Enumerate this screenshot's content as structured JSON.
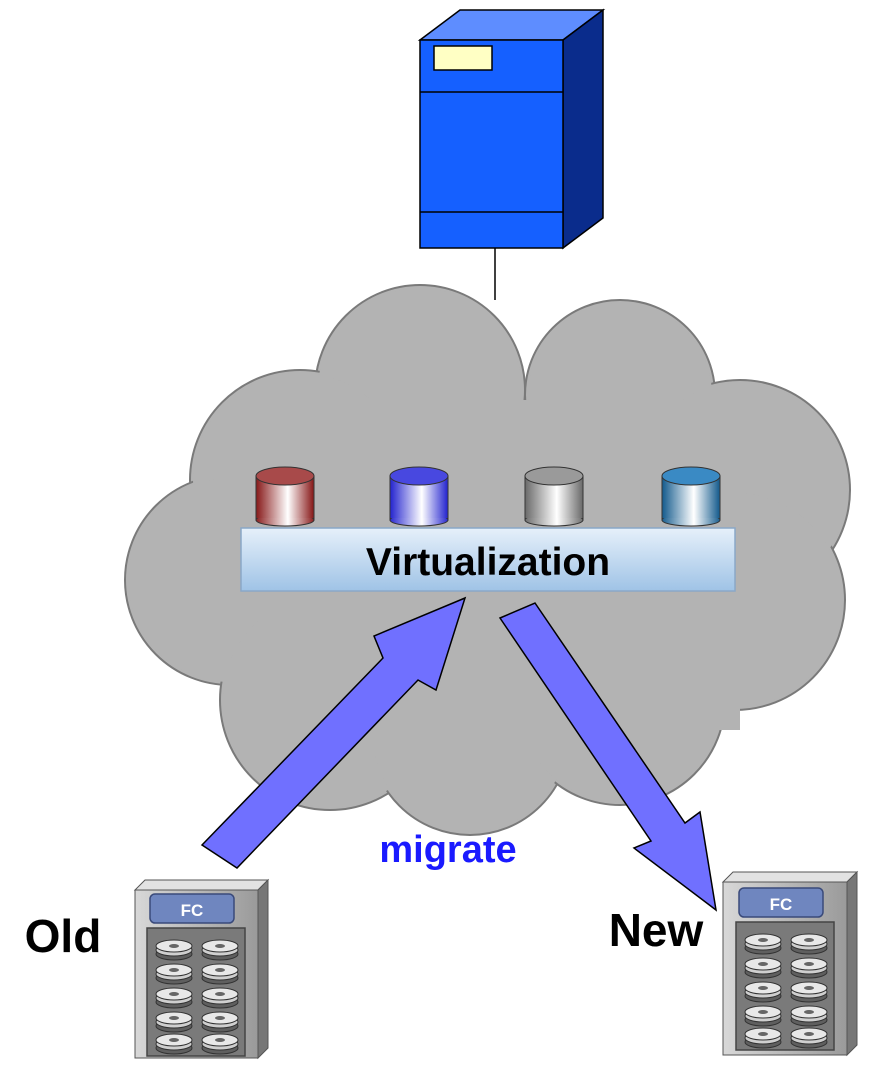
{
  "diagram": {
    "virtualization_label": "Virtualization",
    "migrate_label": "migrate",
    "old_label": "Old",
    "new_label": "New",
    "old_array_badge": "FC",
    "new_array_badge": "FC"
  },
  "volumes": [
    {
      "name": "volume-red",
      "color": "#a03030"
    },
    {
      "name": "volume-blue",
      "color": "#3a3ae0"
    },
    {
      "name": "volume-gray",
      "color": "#8a8a8a"
    },
    {
      "name": "volume-teal",
      "color": "#2e80b8"
    }
  ],
  "colors": {
    "server": "#1560ff",
    "cloud": "#b3b3b3",
    "arrow": "#7070ff",
    "migrate_text": "#1a1aff",
    "virtualization_bar": "#bcd6ee"
  }
}
